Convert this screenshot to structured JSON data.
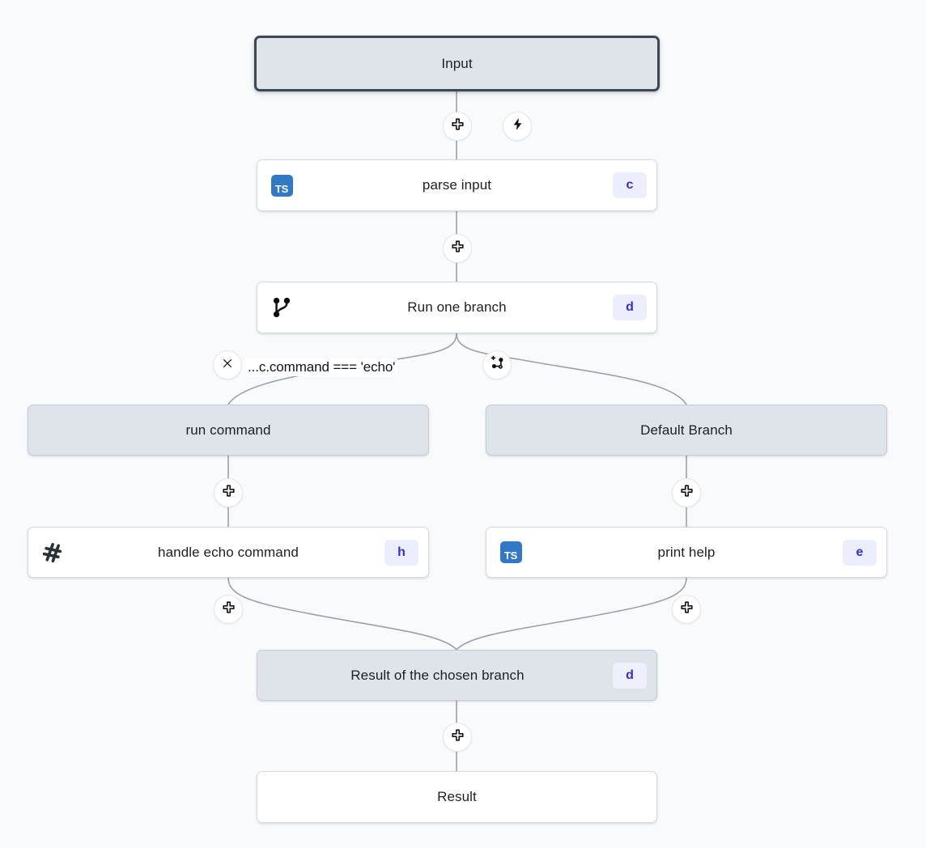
{
  "canvas": {
    "background": "#f8fafc",
    "edge_color": "#9aa1ab",
    "selected_border_color": "#3f4654",
    "io_node_color": "#dfe4ea",
    "badge_bg": "#eceefd",
    "badge_fg": "#3730c8",
    "ts_blue": "#3178c6"
  },
  "nodes": {
    "input": {
      "label": "Input",
      "type": "io",
      "selected": true
    },
    "parse_input": {
      "label": "parse input",
      "icon": "typescript-icon",
      "badge": "c",
      "type": "step"
    },
    "run_one_branch": {
      "label": "Run one branch",
      "icon": "branch-icon",
      "badge": "d",
      "type": "step"
    },
    "run_command": {
      "label": "run command",
      "type": "io"
    },
    "default_branch": {
      "label": "Default Branch",
      "type": "io"
    },
    "handle_echo": {
      "label": "handle echo command",
      "icon": "hash-icon",
      "badge": "h",
      "type": "step"
    },
    "print_help": {
      "label": "print help",
      "icon": "typescript-icon",
      "badge": "e",
      "type": "step"
    },
    "branch_result": {
      "label": "Result of the chosen branch",
      "badge": "d",
      "type": "io"
    },
    "result": {
      "label": "Result",
      "type": "step"
    }
  },
  "branch_condition": {
    "expression": "...c.command === 'echo'",
    "remove_icon": "close-icon",
    "add_branch_icon": "add-branch-icon"
  },
  "controls": {
    "add_step_icon": "plus-icon",
    "trigger_icon": "lightning-icon"
  }
}
